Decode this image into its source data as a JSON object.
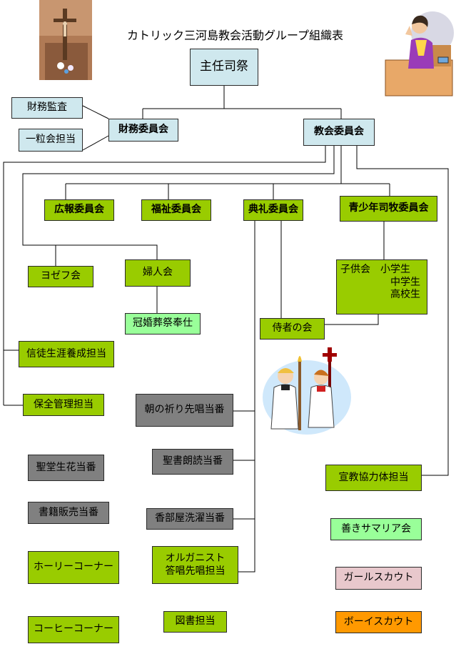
{
  "title": "カトリック三河島教会活動グループ組織表",
  "boxes": {
    "shunin": "主任司祭",
    "zaimu_kansa": "財務監査",
    "ichiryu": "一粒会担当",
    "zaimu_iinkai": "財務委員会",
    "kyokai_iinkai": "教会委員会",
    "koho": "広報委員会",
    "fukushi": "福祉委員会",
    "tenrei": "典礼委員会",
    "seishonen": "青少年司牧委員会",
    "yozefu": "ヨゼフ会",
    "fujinkai": "婦人会",
    "kankon": "冠婚葬祭奉仕",
    "kodomo": "子供会　小学生\n　　　　　中学生\n　　　　　高校生",
    "jisha": "侍者の会",
    "shinto": "信徒生涯養成担当",
    "hozen": "保全管理担当",
    "asa": "朝の祈り先唱当番",
    "seido": "聖堂生花当番",
    "seisho": "聖書朗読当番",
    "senkyo": "宣教協力体担当",
    "shoseki": "書籍販売当番",
    "kobeya": "香部屋洗濯当番",
    "samaria": "善きサマリア会",
    "holy": "ホーリーコーナー",
    "organist": "オルガニスト\n答唱先唱担当",
    "girl": "ガールスカウト",
    "coffee": "コーヒーコーナー",
    "tosho": "図書担当",
    "boy": "ボーイスカウト"
  },
  "colors": {
    "light_cyan": "#cfe8ee",
    "green": "#99cc00",
    "gray": "#808080",
    "light_green": "#99ff99",
    "pink": "#e8c8cc",
    "orange": "#ff9900"
  },
  "pictures": [
    "crucifix-picture",
    "praying-woman-picture",
    "altar-servers-picture"
  ]
}
